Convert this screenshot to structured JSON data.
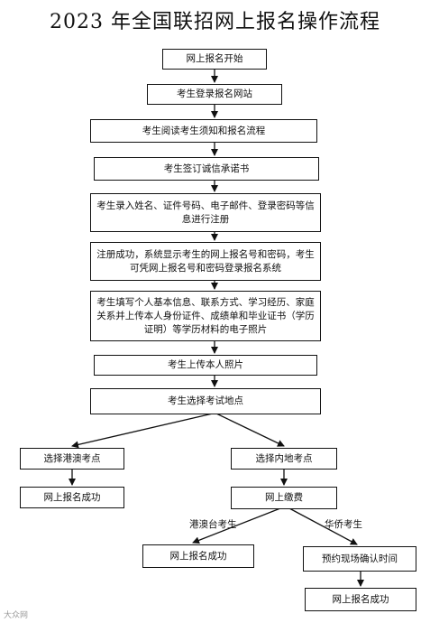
{
  "title": "2023 年全国联招网上报名操作流程",
  "nodes": {
    "start": "网上报名开始",
    "login": "考生登录报名网站",
    "read": "考生阅读考生须知和报名流程",
    "sign": "考生签订诚信承诺书",
    "register": "考生录入姓名、证件号码、电子邮件、登录密码等信息进行注册",
    "success_register": "注册成功，系统显示考生的网上报名号和密码，考生可凭网上报名号和密码登录报名系统",
    "fill_info": "考生填写个人基本信息、联系方式、学习经历、家庭关系并上传本人身份证件、成绩单和毕业证书（学历证明）等学历材料的电子照片",
    "upload_photo": "考生上传本人照片",
    "choose_site": "考生选择考试地点",
    "choose_hkmacao": "选择港澳考点",
    "hk_success": "网上报名成功",
    "choose_mainland": "选择内地考点",
    "pay": "网上缴费",
    "hmt_success": "网上报名成功",
    "appointment": "预约现场确认时间",
    "final_success": "网上报名成功"
  },
  "edge_labels": {
    "hmt": "港澳台考生",
    "overseas": "华侨考生"
  },
  "watermark": "大众网"
}
